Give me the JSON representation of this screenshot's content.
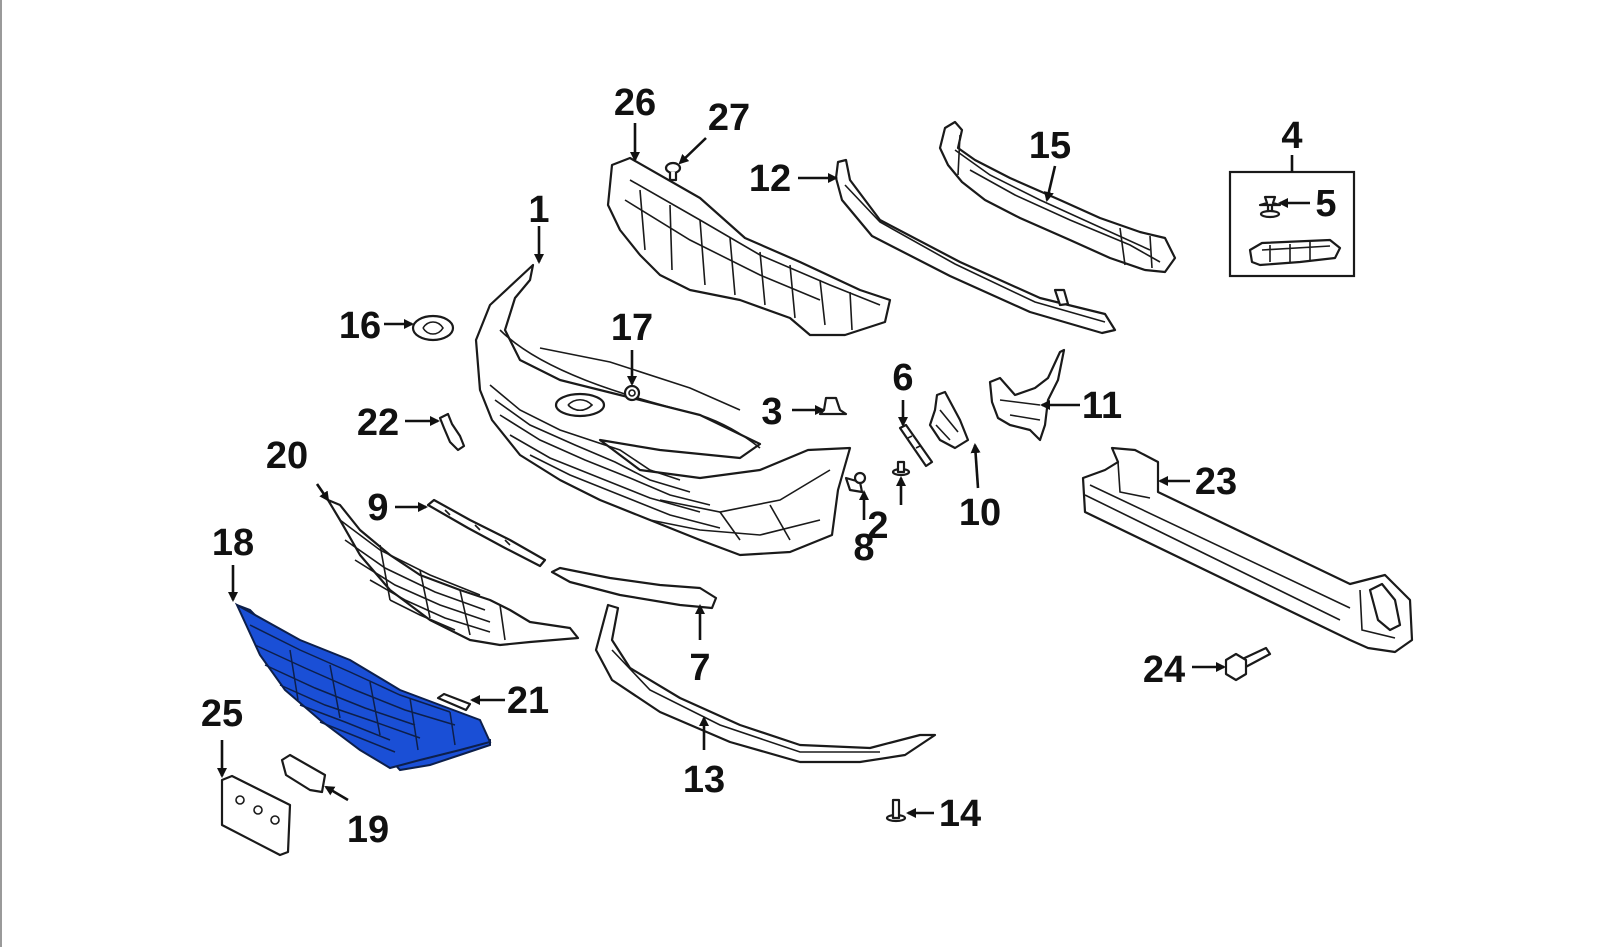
{
  "diagram": {
    "callouts": {
      "p1": "1",
      "p2": "2",
      "p3": "3",
      "p4": "4",
      "p5": "5",
      "p6": "6",
      "p7": "7",
      "p8": "8",
      "p9": "9",
      "p10": "10",
      "p11": "11",
      "p12": "12",
      "p13": "13",
      "p14": "14",
      "p15": "15",
      "p16": "16",
      "p17": "17",
      "p18": "18",
      "p19": "19",
      "p20": "20",
      "p21": "21",
      "p22": "22",
      "p23": "23",
      "p24": "24",
      "p25": "25",
      "p26": "26",
      "p27": "27"
    },
    "highlight_color": "#1a4fd6",
    "line_color": "#111111"
  }
}
